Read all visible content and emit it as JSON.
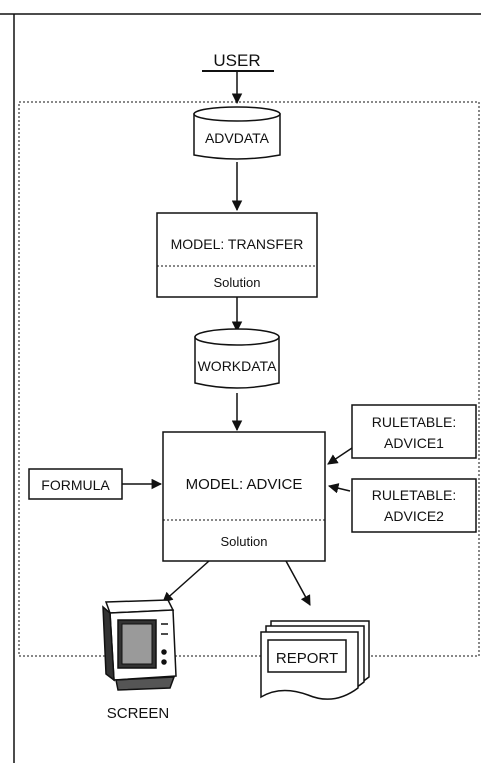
{
  "diagram": {
    "user": "USER",
    "advdata": "ADVDATA",
    "model_transfer": {
      "title": "MODEL: TRANSFER",
      "section": "Solution"
    },
    "workdata": "WORKDATA",
    "model_advice": {
      "title": "MODEL: ADVICE",
      "section": "Solution"
    },
    "formula": "FORMULA",
    "ruletable1": {
      "line1": "RULETABLE:",
      "line2": "ADVICE1"
    },
    "ruletable2": {
      "line1": "RULETABLE:",
      "line2": "ADVICE2"
    },
    "report": "REPORT",
    "screen": "SCREEN"
  }
}
